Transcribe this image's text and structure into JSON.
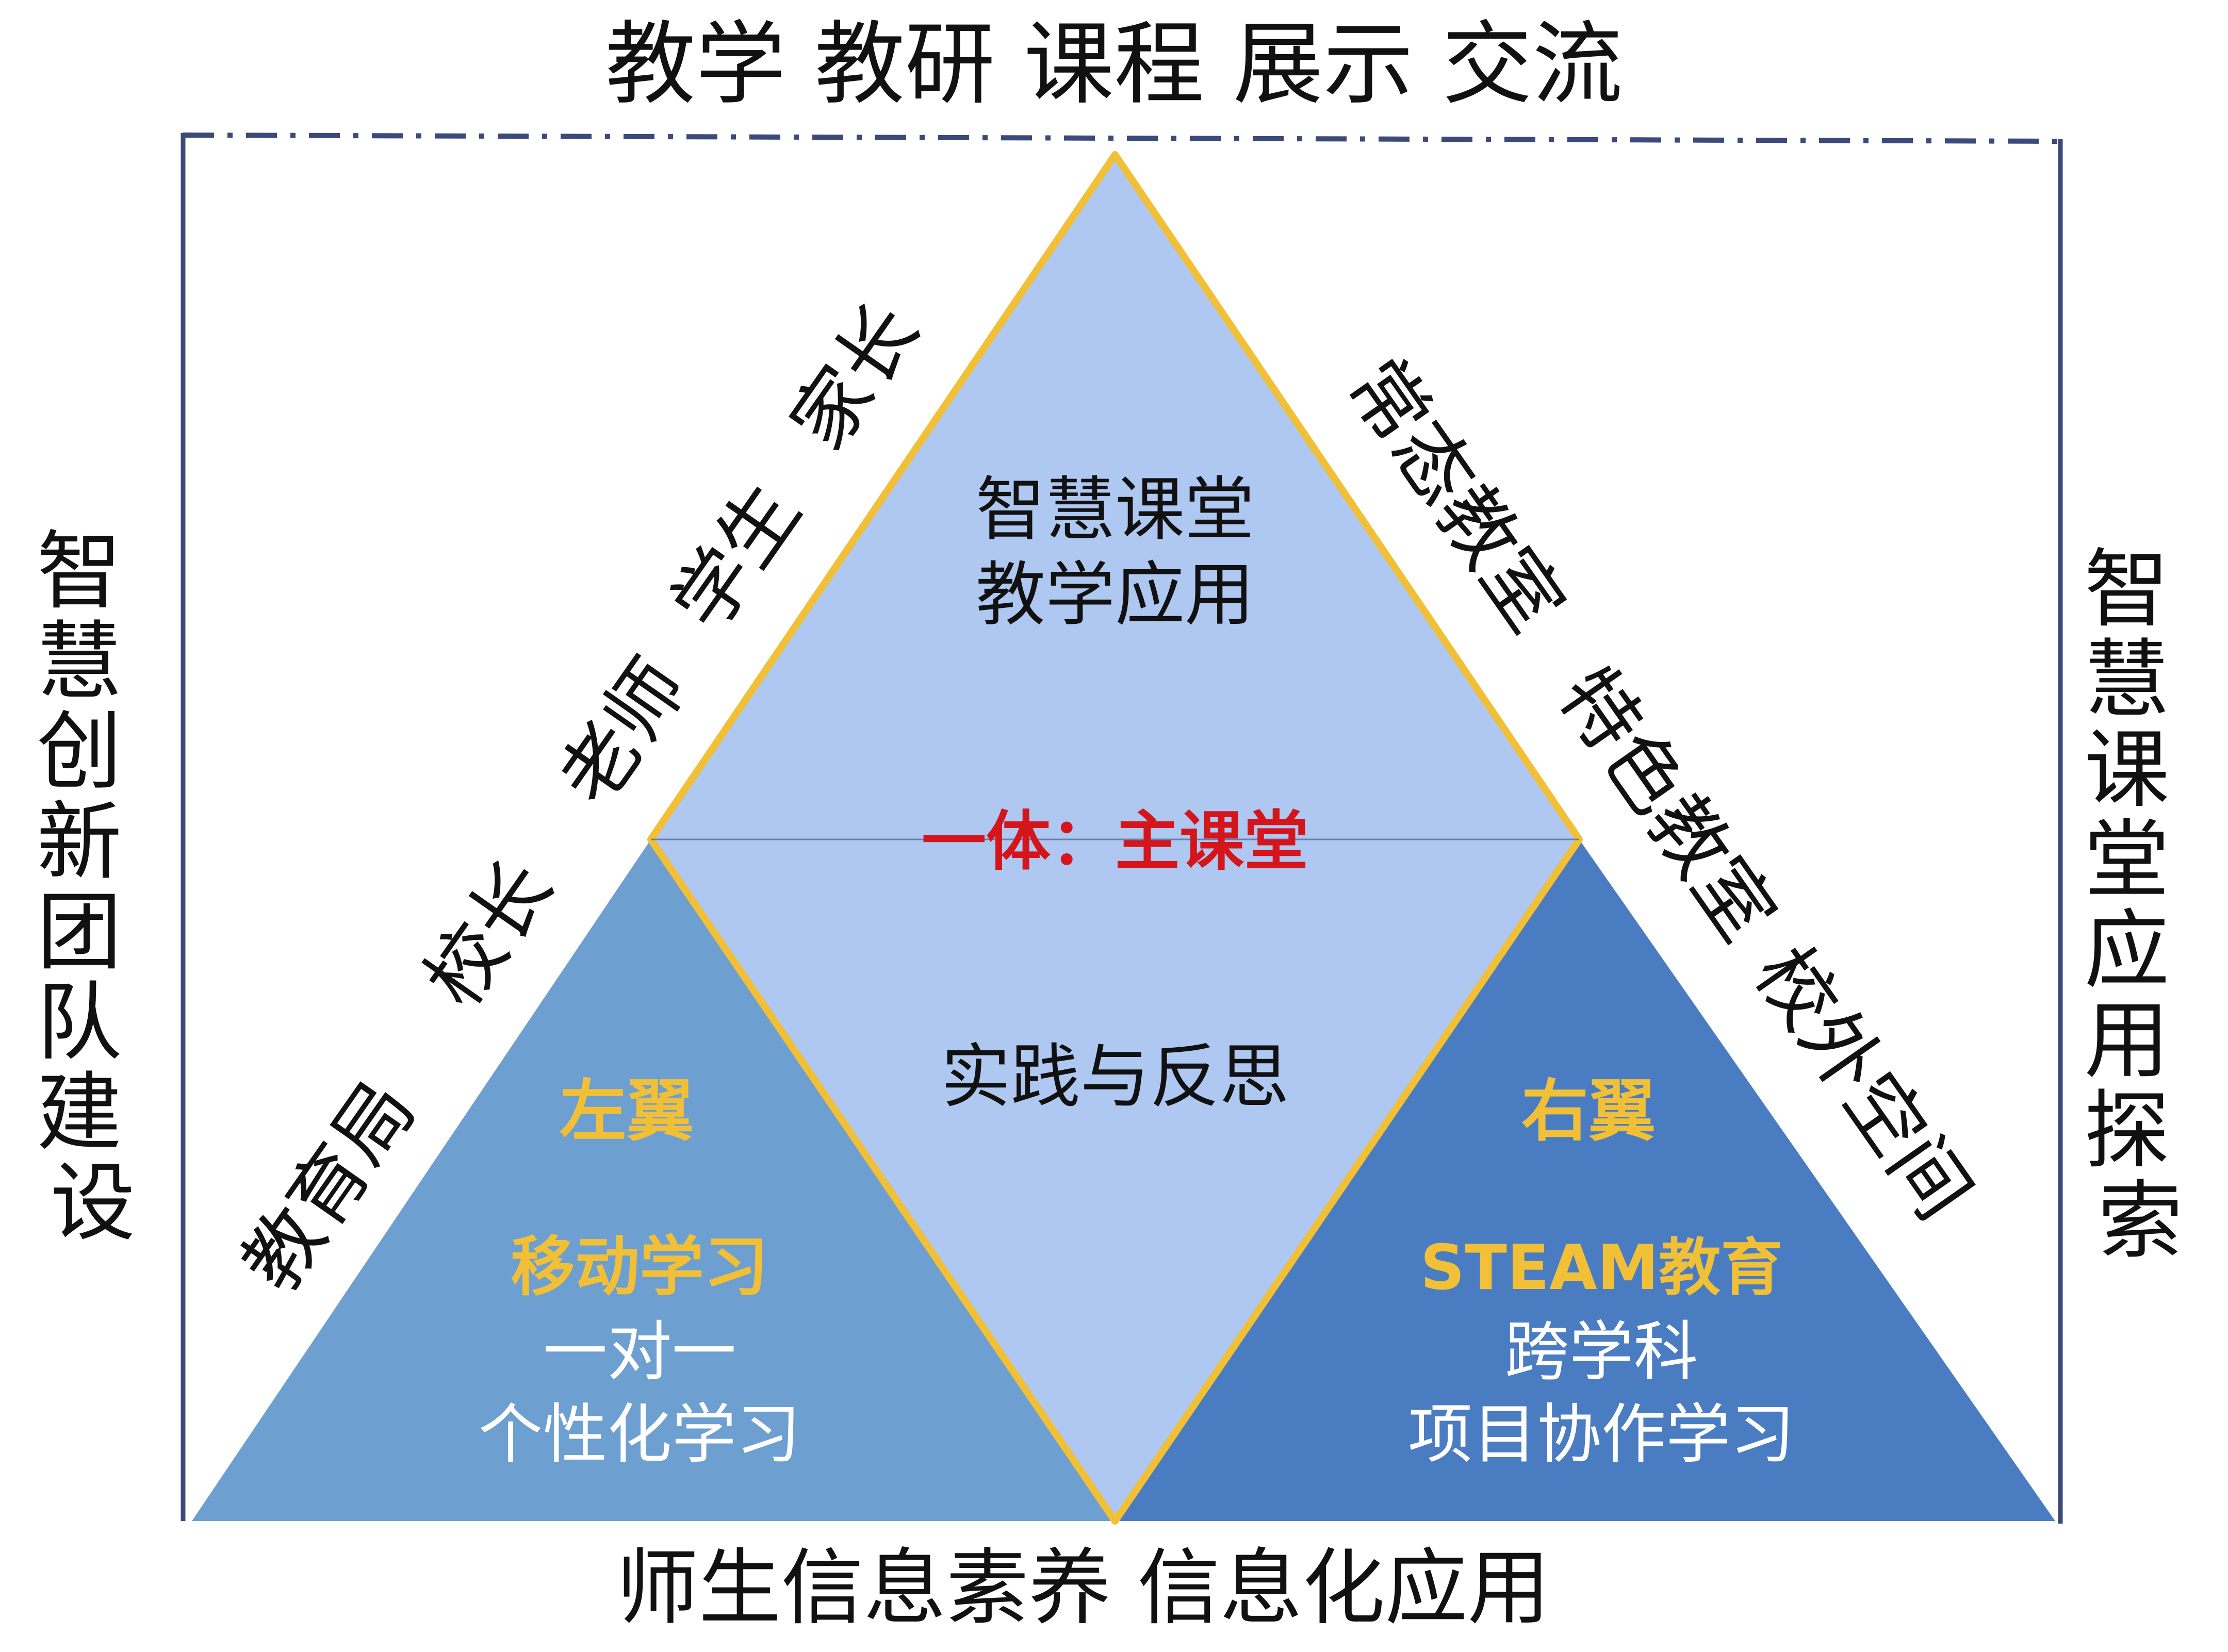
{
  "top_caption": "教学 教研 课程 展示 交流",
  "bottom_caption": "师生信息素养 信息化应用",
  "left_side_title": [
    "智",
    "慧",
    "创",
    "新",
    "团",
    "队",
    "建",
    "设"
  ],
  "right_side_title": [
    "智",
    "慧",
    "课",
    "堂",
    "应",
    "用",
    "探",
    "索"
  ],
  "left_edge_labels": [
    "教育局",
    "校长",
    "老师",
    "学生",
    "家长"
  ],
  "right_edge_labels": [
    "常态教室",
    "特色教室",
    "校外空间"
  ],
  "center": {
    "top_line1": "智慧课堂",
    "top_line2": "教学应用",
    "core": "一体：主课堂",
    "middle": "实践与反思"
  },
  "left_wing": {
    "title": "左翼",
    "subtitle": "移动学习",
    "line1": "一对一",
    "line2": "个性化学习"
  },
  "right_wing": {
    "title": "右翼",
    "subtitle": "STEAM教育",
    "line1": "跨学科",
    "line2": "项目协作学习"
  },
  "colors": {
    "center_fill": "#aec8f2",
    "left_fill": "#6d9fd0",
    "right_fill": "#4a7cc2",
    "outline": "#f2c037",
    "frame": "#3b4a7a",
    "accent_red": "#d4161c",
    "accent_gold": "#f2c037",
    "wing_text": "#ffffff"
  }
}
